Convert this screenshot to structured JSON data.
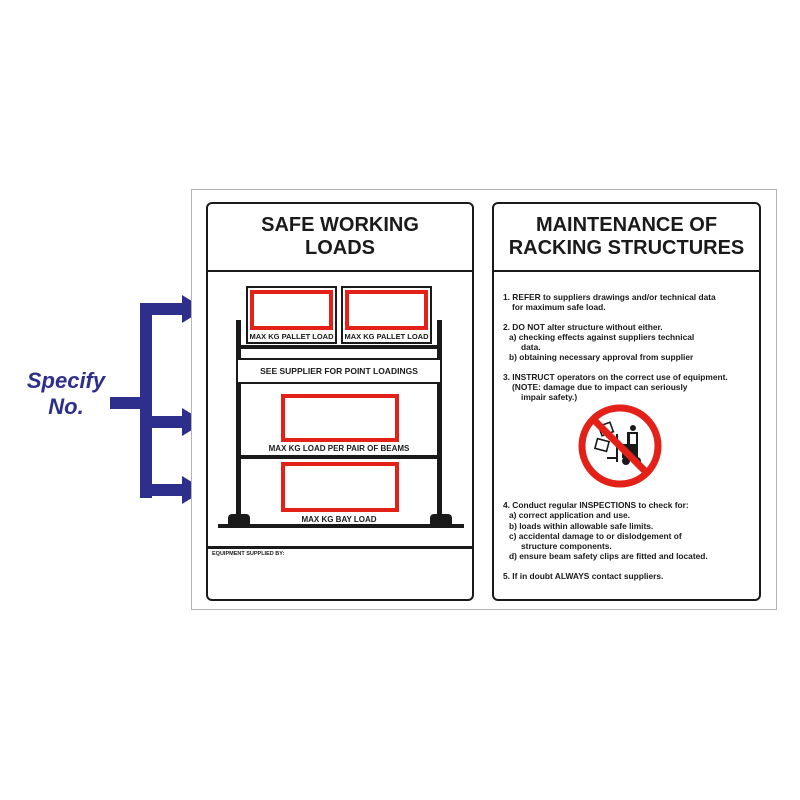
{
  "callout": {
    "text_line1": "Specify",
    "text_line2": "No.",
    "color": "#2e2e8c"
  },
  "left_panel": {
    "title": "SAFE WORKING\nLOADS",
    "pallet_label_1": "MAX KG PALLET LOAD",
    "pallet_label_2": "MAX KG PALLET LOAD",
    "point_loadings": "SEE SUPPLIER FOR POINT LOADINGS",
    "beam_label": "MAX KG LOAD PER PAIR OF BEAMS",
    "bay_label": "MAX KG BAY LOAD",
    "equipment": "EQUIPMENT SUPPLIED BY:"
  },
  "right_panel": {
    "title": "MAINTENANCE OF\nRACKING STRUCTURES",
    "items": [
      {
        "l1": "1. REFER to suppliers drawings and/or technical data",
        "l2": "for maximum safe load."
      },
      {
        "l1": "2. DO NOT alter structure without either.",
        "a1": "a) checking effects against suppliers technical",
        "a2": "data.",
        "b": "b) obtaining necessary approval from supplier"
      },
      {
        "l1": "3. INSTRUCT operators on the correct use of equipment.",
        "l2": "(NOTE: damage due to impact can seriously",
        "l3": "impair safety.)"
      }
    ],
    "item4": {
      "l1": "4. Conduct regular INSPECTIONS to check for:",
      "a": "a) correct application and use.",
      "b": "b) loads within allowable safe limits.",
      "c1": "c) accidental damage to or dislodgement of",
      "c2": "structure components.",
      "d": "d) ensure beam safety clips are fitted and located."
    },
    "item5": "5. If in doubt ALWAYS contact suppliers."
  },
  "colors": {
    "red": "#e32119",
    "black": "#1a1a1a"
  },
  "icons": {
    "prohibition": "no-forklift-impact-icon"
  }
}
